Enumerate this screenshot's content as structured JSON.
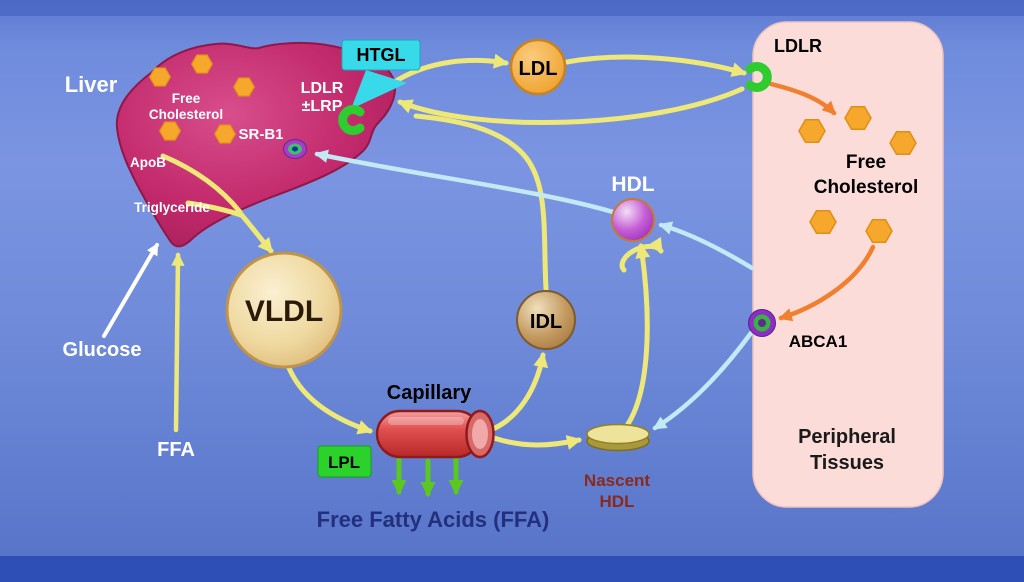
{
  "slide": {
    "background_top": "#7B95E2",
    "background_bottom": "#5572C8",
    "footer_bar_color": "#2E4FB6"
  },
  "liver": {
    "label": "Liver",
    "fill": "#C22A6C",
    "free_cholesterol": [
      "Free",
      "Cholesterol"
    ],
    "apob_label": "ApoB",
    "triglyceride_label": "Triglyceride",
    "ldlr_lrp": [
      "LDLR",
      "±LRP"
    ],
    "srb1_label": "SR-B1"
  },
  "enzymes": {
    "htgl": {
      "label": "HTGL",
      "box_color": "#38D9E9"
    },
    "lpl": {
      "label": "LPL",
      "box_color": "#2BD22B"
    }
  },
  "particles": {
    "ldl": {
      "label": "LDL",
      "color": "#F2A93B"
    },
    "vldl": {
      "label": "VLDL",
      "color": "#F0DCA6"
    },
    "idl": {
      "label": "IDL",
      "color": "#C59B62"
    },
    "hdl": {
      "label": "HDL",
      "color": "#B64CC6"
    },
    "nascent_hdl": {
      "label": [
        "Nascent",
        "HDL"
      ],
      "color": "#E8DD95"
    }
  },
  "capillary": {
    "label": "Capillary",
    "color": "#D84545"
  },
  "flows": {
    "glucose_label": "Glucose",
    "ffa_in_label": "FFA",
    "ffa_out_label": "Free Fatty Acids (FFA)"
  },
  "peripheral": {
    "panel_label": [
      "Peripheral",
      "Tissues"
    ],
    "fill": "#FBDCD9",
    "ldlr_label": "LDLR",
    "free_cholesterol": [
      "Free",
      "Cholesterol"
    ],
    "abca1_label": "ABCA1"
  },
  "icons": {
    "cholesterol_hexagon_icon": "orange hexagon",
    "receptor_icon": "green crescent receptor",
    "transporter_ring_icon": "purple-green ring",
    "hdl_sphere_icon": "purple sphere",
    "nascent_hdl_disc_icon": "tan disc",
    "capillary_tube_icon": "red cylinder"
  },
  "arrow_colors": {
    "yellow": "#EDE878",
    "cyan": "#C3EAF4",
    "orange": "#F07F2E",
    "green": "#5AC81E",
    "white": "#FFFFFF"
  }
}
